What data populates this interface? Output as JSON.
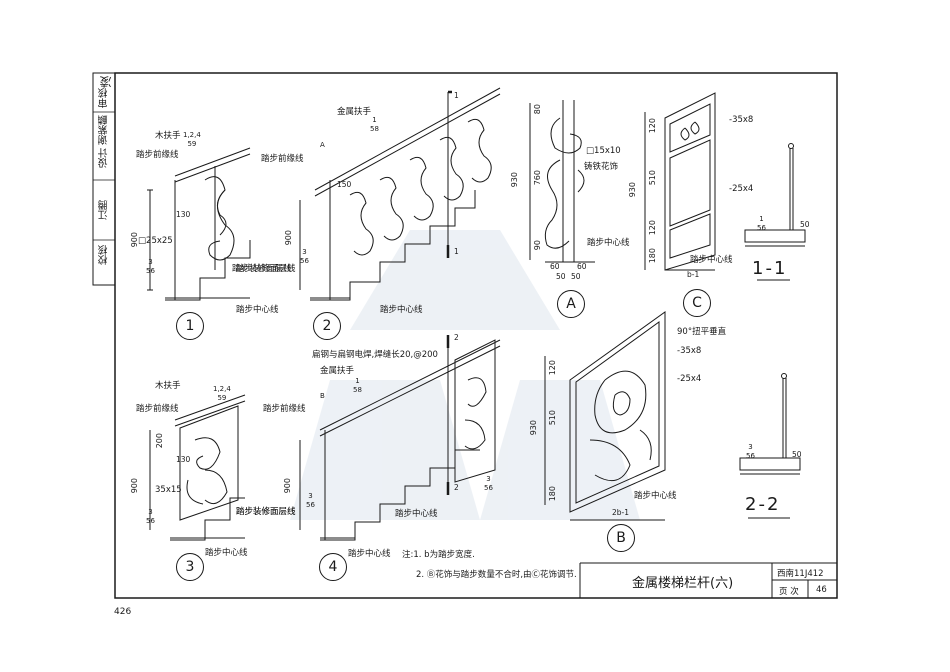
{
  "sidebar": {
    "labels": [
      "校核",
      "江腾",
      "设计",
      "谢紫麟",
      "审核",
      "凌"
    ]
  },
  "details": {
    "d1": {
      "id": "1",
      "wood_handrail": "木扶手",
      "tread_front": "踏步前缘线",
      "tube": "□25x25",
      "tread_finish": "踏步装修面层线",
      "center_line": "踏步中心线",
      "dim_900": "900",
      "dim_130": "130",
      "ref_top": "1,2,4",
      "ref_bottom": "59",
      "ref2_top": "3",
      "ref2_bottom": "56"
    },
    "d2": {
      "id": "2",
      "metal_handrail": "金属扶手",
      "tread_front": "踏步前缘线",
      "tread_finish": "踏步装修面层线",
      "center_line": "踏步中心线",
      "dim_900": "900",
      "dim_150": "150",
      "marker_a": "A",
      "ref_top": "1",
      "ref_bottom": "58",
      "ref2_top": "3",
      "ref2_bottom": "56",
      "section_mark": "1"
    },
    "dA": {
      "id": "A",
      "flat": "□15x10",
      "cast": "铸铁花饰",
      "center_line": "踏步中心线",
      "dims": [
        "80",
        "930",
        "760",
        "90",
        "60",
        "60",
        "50",
        "50"
      ]
    },
    "dC": {
      "id": "C",
      "bar1": "-35x8",
      "bar2": "-25x4",
      "center_line": "踏步中心线",
      "b1": "b-1",
      "dims": [
        "120",
        "930",
        "510",
        "120",
        "180"
      ]
    },
    "s11": {
      "label": "1-1",
      "dim_50": "50",
      "ref_top": "1",
      "ref_bottom": "56"
    },
    "d3": {
      "id": "3",
      "wood_handrail": "木扶手",
      "tread_front": "踏步前缘线",
      "flat": "35x15",
      "tread_finish": "踏步装修面层线",
      "center_line": "踏步中心线",
      "dim_900": "900",
      "dim_200": "200",
      "dim_130": "130",
      "ref_top": "1,2,4",
      "ref_bottom": "59",
      "ref2_top": "3",
      "ref2_bottom": "56"
    },
    "d4": {
      "id": "4",
      "weld_note": "扁钢与扁钢电焊,焊缝长20,@200",
      "metal_handrail": "金属扶手",
      "tread_front": "踏步前缘线",
      "tread_finish": "踏步装修面层线",
      "center_line": "踏步中心线",
      "dim_900": "900",
      "marker_b": "B",
      "ref_top": "1",
      "ref_bottom": "58",
      "ref2_top": "3",
      "ref2_bottom": "56",
      "section_mark": "2"
    },
    "dB": {
      "id": "B",
      "twist": "90°扭平垂直",
      "bar1": "-35x8",
      "bar2": "-25x4",
      "center_line": "踏步中心线",
      "b2": "2b-1",
      "dims": [
        "120",
        "930",
        "510",
        "180"
      ]
    },
    "s22": {
      "label": "2-2",
      "dim_50": "50",
      "ref_top": "3",
      "ref_bottom": "56"
    }
  },
  "notes": {
    "line1": "注:1. b为踏步宽度.",
    "line2": "2. Ⓑ花饰与踏步数量不合时,由Ⓒ花饰调节."
  },
  "title_block": {
    "title": "金属楼梯栏杆(六)",
    "atlas": "西南11J412",
    "page_label": "页 次",
    "page_value": "46"
  },
  "page_number": "426"
}
